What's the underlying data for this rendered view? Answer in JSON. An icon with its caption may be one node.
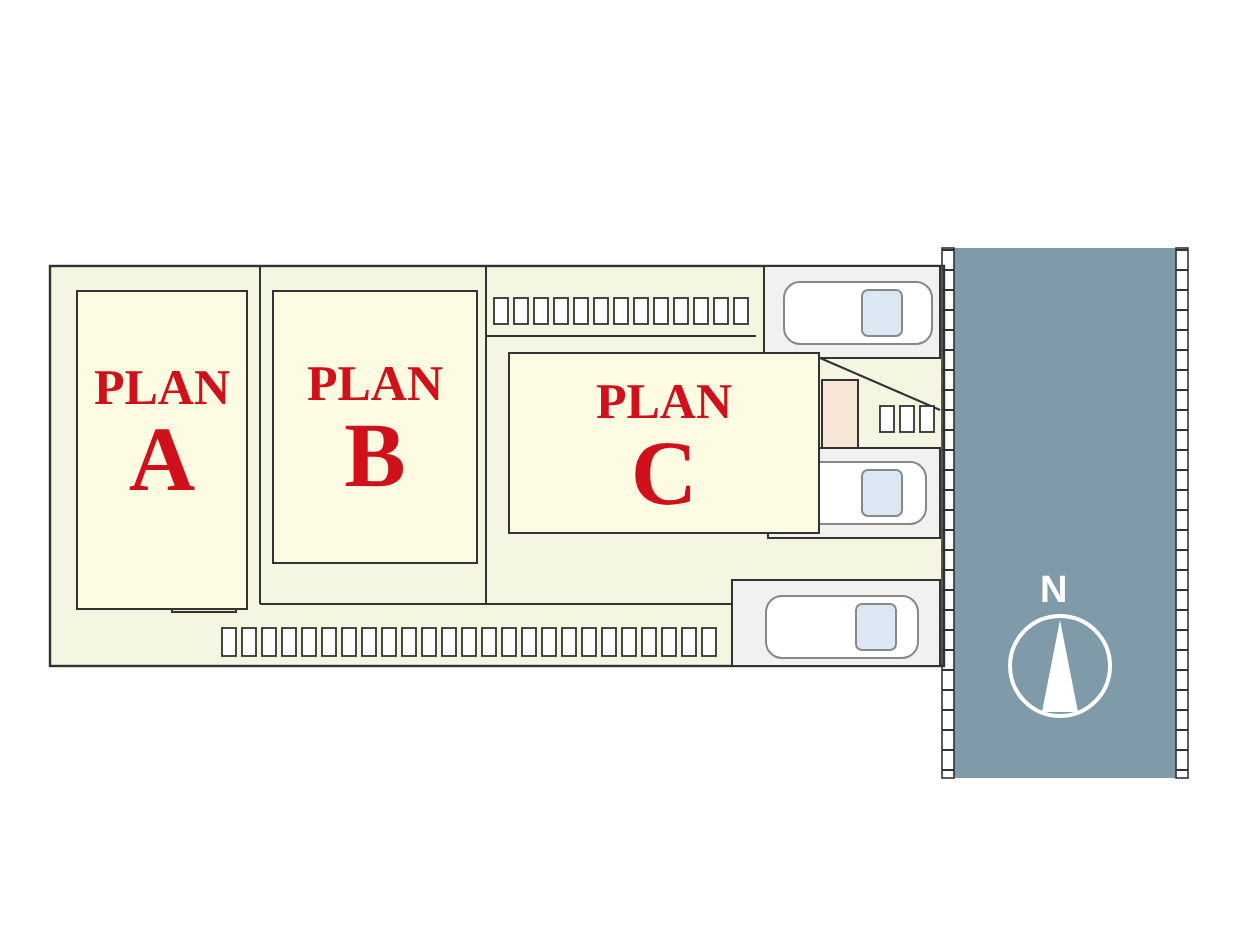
{
  "diagram": {
    "nodes": [
      {
        "text": [
          "PLAN",
          "A"
        ]
      },
      {
        "text": [
          "PLAN",
          "B"
        ]
      },
      {
        "text": [
          "PLAN",
          "C"
        ]
      }
    ],
    "labels": [
      "N"
    ]
  }
}
